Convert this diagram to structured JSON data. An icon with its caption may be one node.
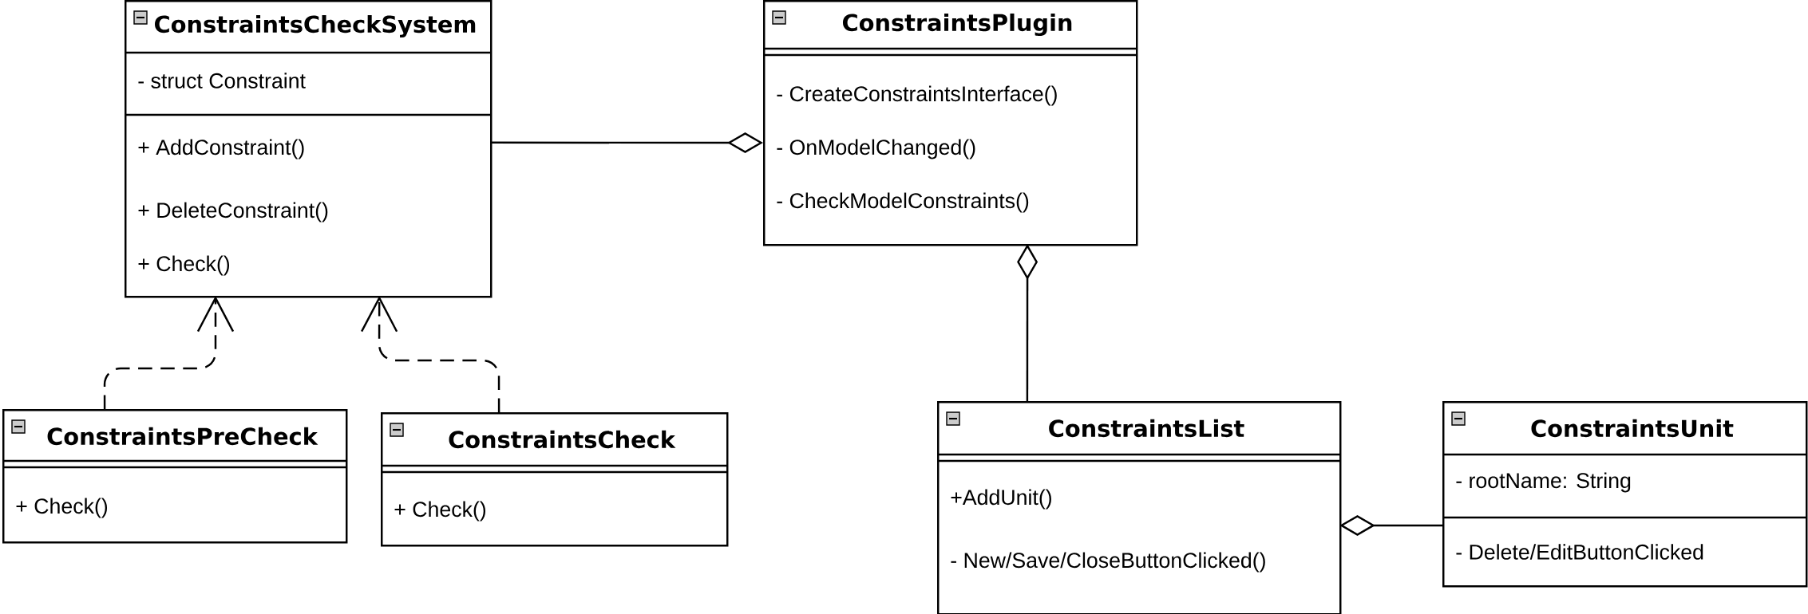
{
  "diagram": {
    "nodes": [
      {
        "text": [
          "ConstraintsCheckSystem",
          "- struct Constraint",
          "+ AddConstraint()",
          "+ DeleteConstraint()",
          "+ Check()"
        ]
      },
      {
        "text": [
          "ConstraintsPlugin",
          "- CreateConstraintsInterface()",
          "- OnModelChanged()",
          "- CheckModelConstraints()"
        ]
      },
      {
        "text": [
          "ConstraintsPreCheck",
          "+ Check()"
        ]
      },
      {
        "text": [
          "ConstraintsCheck",
          "+ Check()"
        ]
      },
      {
        "text": [
          "ConstraintsList",
          "+AddUnit()",
          "- New/Save/CloseButtonClicked()"
        ]
      },
      {
        "text": [
          "ConstraintsUnit",
          "- rootName: String",
          "- Delete/EditButtonClicked"
        ]
      }
    ],
    "edges": [
      {
        "from": 0,
        "to": 1,
        "arrow": "other"
      },
      {
        "from": 4,
        "to": 1,
        "arrow": "other"
      },
      {
        "from": 5,
        "to": 4,
        "arrow": "other"
      },
      {
        "from": 2,
        "to": 0,
        "arrow": "to",
        "style": "dashed"
      },
      {
        "from": 3,
        "to": 0,
        "arrow": "to",
        "style": "dashed"
      }
    ]
  }
}
